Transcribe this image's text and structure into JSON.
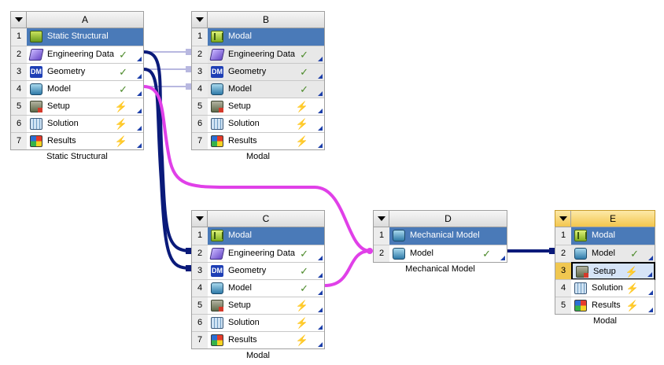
{
  "window": {
    "title": "Project Schematic"
  },
  "systems": [
    {
      "letter": "A",
      "caption": "Static Structural",
      "rows": [
        {
          "num": "1",
          "label": "Static Structural",
          "icon": "static-structural-icon",
          "status": ""
        },
        {
          "num": "2",
          "label": "Engineering Data",
          "icon": "engineering-data-icon",
          "status": "✓"
        },
        {
          "num": "3",
          "label": "Geometry",
          "icon": "geometry-dm-icon",
          "status": "✓"
        },
        {
          "num": "4",
          "label": "Model",
          "icon": "model-icon",
          "status": "✓"
        },
        {
          "num": "5",
          "label": "Setup",
          "icon": "setup-icon",
          "status": "⚡"
        },
        {
          "num": "6",
          "label": "Solution",
          "icon": "solution-icon",
          "status": "⚡"
        },
        {
          "num": "7",
          "label": "Results",
          "icon": "results-icon",
          "status": "⚡"
        }
      ]
    },
    {
      "letter": "B",
      "caption": "Modal",
      "rows": [
        {
          "num": "1",
          "label": "Modal",
          "icon": "modal-icon",
          "status": ""
        },
        {
          "num": "2",
          "label": "Engineering Data",
          "icon": "engineering-data-icon",
          "status": "✓"
        },
        {
          "num": "3",
          "label": "Geometry",
          "icon": "geometry-dm-icon",
          "status": "✓"
        },
        {
          "num": "4",
          "label": "Model",
          "icon": "model-icon",
          "status": "✓"
        },
        {
          "num": "5",
          "label": "Setup",
          "icon": "setup-icon",
          "status": "⚡"
        },
        {
          "num": "6",
          "label": "Solution",
          "icon": "solution-icon",
          "status": "⚡"
        },
        {
          "num": "7",
          "label": "Results",
          "icon": "results-icon",
          "status": "⚡"
        }
      ]
    },
    {
      "letter": "C",
      "caption": "Modal",
      "rows": [
        {
          "num": "1",
          "label": "Modal",
          "icon": "modal-icon",
          "status": ""
        },
        {
          "num": "2",
          "label": "Engineering Data",
          "icon": "engineering-data-icon",
          "status": "✓"
        },
        {
          "num": "3",
          "label": "Geometry",
          "icon": "geometry-dm-icon",
          "status": "✓"
        },
        {
          "num": "4",
          "label": "Model",
          "icon": "model-icon",
          "status": "✓"
        },
        {
          "num": "5",
          "label": "Setup",
          "icon": "setup-icon",
          "status": "⚡"
        },
        {
          "num": "6",
          "label": "Solution",
          "icon": "solution-icon",
          "status": "⚡"
        },
        {
          "num": "7",
          "label": "Results",
          "icon": "results-icon",
          "status": "⚡"
        }
      ]
    },
    {
      "letter": "D",
      "caption": "Mechanical Model",
      "rows": [
        {
          "num": "1",
          "label": "Mechanical Model",
          "icon": "mechanical-model-icon",
          "status": ""
        },
        {
          "num": "2",
          "label": "Model",
          "icon": "model-icon",
          "status": "✓"
        }
      ]
    },
    {
      "letter": "E",
      "caption": "Modal",
      "rows": [
        {
          "num": "1",
          "label": "Modal",
          "icon": "modal-icon",
          "status": ""
        },
        {
          "num": "2",
          "label": "Model",
          "icon": "model-icon",
          "status": "✓"
        },
        {
          "num": "3",
          "label": "Setup",
          "icon": "setup-icon",
          "status": "⚡"
        },
        {
          "num": "4",
          "label": "Solution",
          "icon": "solution-icon",
          "status": "⚡"
        },
        {
          "num": "5",
          "label": "Results",
          "icon": "results-icon",
          "status": "⚡"
        }
      ]
    }
  ],
  "colors": {
    "link_shared": "#0a1a7a",
    "link_transfer": "#e040e8",
    "link_light": "#b8b8e0",
    "title_row": "#4a7ab8",
    "selected_header": "#f3c64e"
  }
}
